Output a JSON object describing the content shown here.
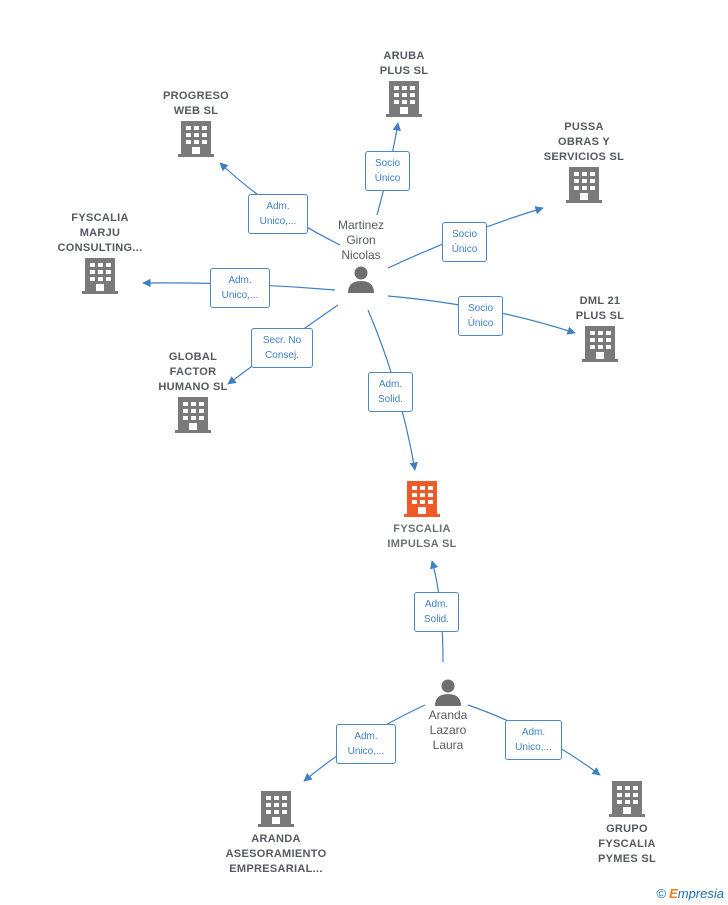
{
  "colors": {
    "edge": "#3f7fc4",
    "building": "#7a7a7a",
    "focal": "#f05a28",
    "person": "#6e6e6e"
  },
  "persons": [
    {
      "id": "p1",
      "label": "Martinez\nGiron\nNicolas"
    },
    {
      "id": "p2",
      "label": "Aranda\nLazaro\nLaura"
    }
  ],
  "companies": [
    {
      "id": "c_aruba",
      "label": "ARUBA\nPLUS SL"
    },
    {
      "id": "c_progreso",
      "label": "PROGRESO\nWEB SL"
    },
    {
      "id": "c_pussa",
      "label": "PUSSA\nOBRAS Y\nSERVICIOS SL"
    },
    {
      "id": "c_marju",
      "label": "FYSCALIA\nMARJU\nCONSULTING..."
    },
    {
      "id": "c_dml",
      "label": "DML 21\nPLUS SL"
    },
    {
      "id": "c_global",
      "label": "GLOBAL\nFACTOR\nHUMANO SL"
    },
    {
      "id": "c_impulsa",
      "label": "FYSCALIA\nIMPULSA SL"
    },
    {
      "id": "c_aranda",
      "label": "ARANDA\nASESORAMIENTO\nEMPRESARIAL..."
    },
    {
      "id": "c_grupo",
      "label": "GRUPO\nFYSCALIA\nPYMES SL"
    }
  ],
  "edges": [
    {
      "id": "e1",
      "label": "Socio\nÚnico"
    },
    {
      "id": "e2",
      "label": "Adm.\nUnico,..."
    },
    {
      "id": "e3",
      "label": "Socio\nÚnico"
    },
    {
      "id": "e4",
      "label": "Adm.\nUnico,..."
    },
    {
      "id": "e5",
      "label": "Socio\nÚnico"
    },
    {
      "id": "e6",
      "label": "Secr. No\nConsej."
    },
    {
      "id": "e7",
      "label": "Adm.\nSolid."
    },
    {
      "id": "e8",
      "label": "Adm.\nSolid."
    },
    {
      "id": "e9",
      "label": "Adm.\nUnico,..."
    },
    {
      "id": "e10",
      "label": "Adm.\nUnico,..."
    }
  ],
  "footer": {
    "copyright": "©",
    "brand_initial": "E",
    "brand_rest": "mpresia"
  }
}
